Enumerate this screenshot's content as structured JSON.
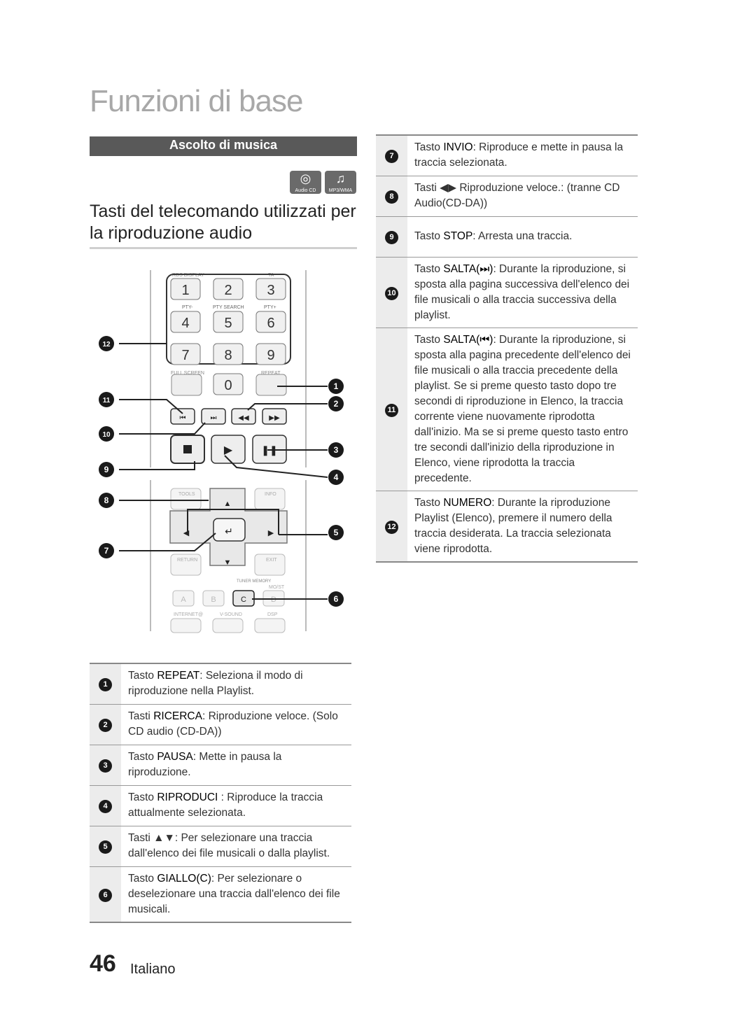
{
  "page": {
    "title": "Funzioni di base",
    "section": "Ascolto di musica",
    "subtitle": "Tasti del telecomando utilizzati per la riproduzione audio",
    "media_icons": [
      {
        "icon": "disc-icon",
        "caption": "Audio CD"
      },
      {
        "icon": "music-note-icon",
        "caption": "MP3/WMA"
      }
    ],
    "page_number": "46",
    "language": "Italiano"
  },
  "remote": {
    "labels": {
      "rds": "RDS DISPLAY",
      "ta": "TA",
      "pty_minus": "PTY-",
      "pty_search": "PTY SEARCH",
      "pty_plus": "PTY+",
      "full_screen": "FULL SCREEN",
      "repeat": "REPEAT",
      "tools": "TOOLS",
      "info": "INFO",
      "return": "RETURN",
      "exit": "EXIT",
      "tuner_memory": "TUNER MEMORY",
      "mo_st": "MO/ST",
      "internet": "INTERNET@",
      "vsound": "V-SOUND",
      "dsp": "DSP"
    },
    "digits": [
      "1",
      "2",
      "3",
      "4",
      "5",
      "6",
      "7",
      "8",
      "9",
      "0"
    ],
    "colors": [
      "A",
      "B",
      "C",
      "D"
    ],
    "callouts": [
      "1",
      "2",
      "3",
      "4",
      "5",
      "6",
      "7",
      "8",
      "9",
      "10",
      "11",
      "12"
    ]
  },
  "left_items": [
    {
      "n": "1",
      "pre": "Tasto ",
      "kw": "REPEAT",
      "rest": ": Seleziona il modo di riproduzione nella Playlist."
    },
    {
      "n": "2",
      "pre": "Tasti ",
      "kw": "RICERCA",
      "rest": ": Riproduzione veloce. (Solo CD audio (CD-DA))"
    },
    {
      "n": "3",
      "pre": "Tasto ",
      "kw": "PAUSA",
      "rest": ": Mette in pausa la riproduzione."
    },
    {
      "n": "4",
      "pre": "Tasto ",
      "kw": "RIPRODUCI",
      "rest": " : Riproduce la traccia attualmente selezionata."
    },
    {
      "n": "5",
      "pre": "Tasti ▲▼",
      "kw": "",
      "rest": ": Per selezionare una traccia dall'elenco dei file musicali o dalla playlist."
    },
    {
      "n": "6",
      "pre": "Tasto ",
      "kw": "GIALLO(C)",
      "rest": ": Per selezionare o deselezionare una traccia dall'elenco dei file musicali."
    }
  ],
  "right_items": [
    {
      "n": "7",
      "pre": "Tasto ",
      "kw": "INVIO",
      "rest": ": Riproduce e mette in pausa la traccia selezionata."
    },
    {
      "n": "8",
      "pre": "Tasti ◀▶ ",
      "kw": "",
      "rest": "Riproduzione veloce.: (tranne CD Audio(CD-DA))"
    },
    {
      "n": "9",
      "pre": "Tasto ",
      "kw": "STOP",
      "rest": ": Arresta una traccia."
    },
    {
      "n": "10",
      "pre": "Tasto ",
      "kw": "SALTA(⏭)",
      "rest": ": Durante la riproduzione, si sposta alla pagina successiva dell'elenco dei file musicali o alla traccia successiva della playlist."
    },
    {
      "n": "11",
      "pre": "Tasto ",
      "kw": "SALTA(⏮)",
      "rest": ": Durante la riproduzione, si sposta alla pagina precedente dell'elenco dei file musicali o alla traccia precedente della playlist. Se si preme questo tasto dopo tre secondi di riproduzione in Elenco, la traccia corrente viene nuovamente riprodotta dall'inizio. Ma se si preme questo tasto entro tre secondi dall'inizio della riproduzione in Elenco, viene riprodotta la traccia precedente."
    },
    {
      "n": "12",
      "pre": "Tasto ",
      "kw": "NUMERO",
      "rest": ": Durante la riproduzione Playlist (Elenco), premere il numero della traccia desiderata. La traccia selezionata viene riprodotta."
    }
  ]
}
